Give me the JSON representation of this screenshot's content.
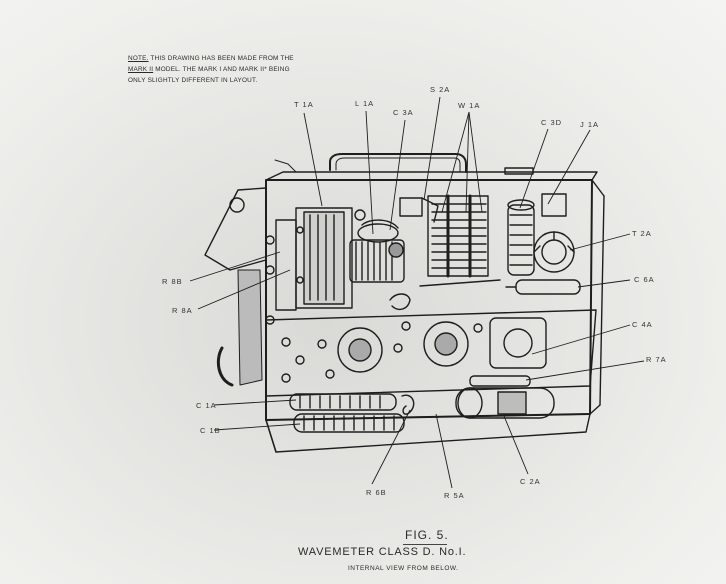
{
  "note": {
    "lead": "NOTE.",
    "text": "THIS DRAWING HAS BEEN MADE FROM THE",
    "line2_underlined": "MARK II",
    "line2": "MODEL. THE MARK I AND MARK II* BEING",
    "line3": "ONLY SLIGHTLY DIFFERENT IN LAYOUT."
  },
  "labels": {
    "t1a": "T 1A",
    "l1a": "L 1A",
    "c3a": "C 3A",
    "s2a": "S 2A",
    "w1a": "W 1A",
    "c3d": "C 3D",
    "j1a": "J 1A",
    "t2a": "T 2A",
    "c6a": "C 6A",
    "c4a": "C 4A",
    "r7a": "R 7A",
    "r8b": "R 8B",
    "r8a": "R 8A",
    "c1a": "C 1A",
    "c1b": "C 1B",
    "r6b": "R 6B",
    "r5a": "R 5A",
    "c2a": "C 2A"
  },
  "caption": {
    "fig": "FIG. 5.",
    "title": "WAVEMETER CLASS D. No.I.",
    "subtitle": "INTERNAL VIEW FROM BELOW."
  }
}
